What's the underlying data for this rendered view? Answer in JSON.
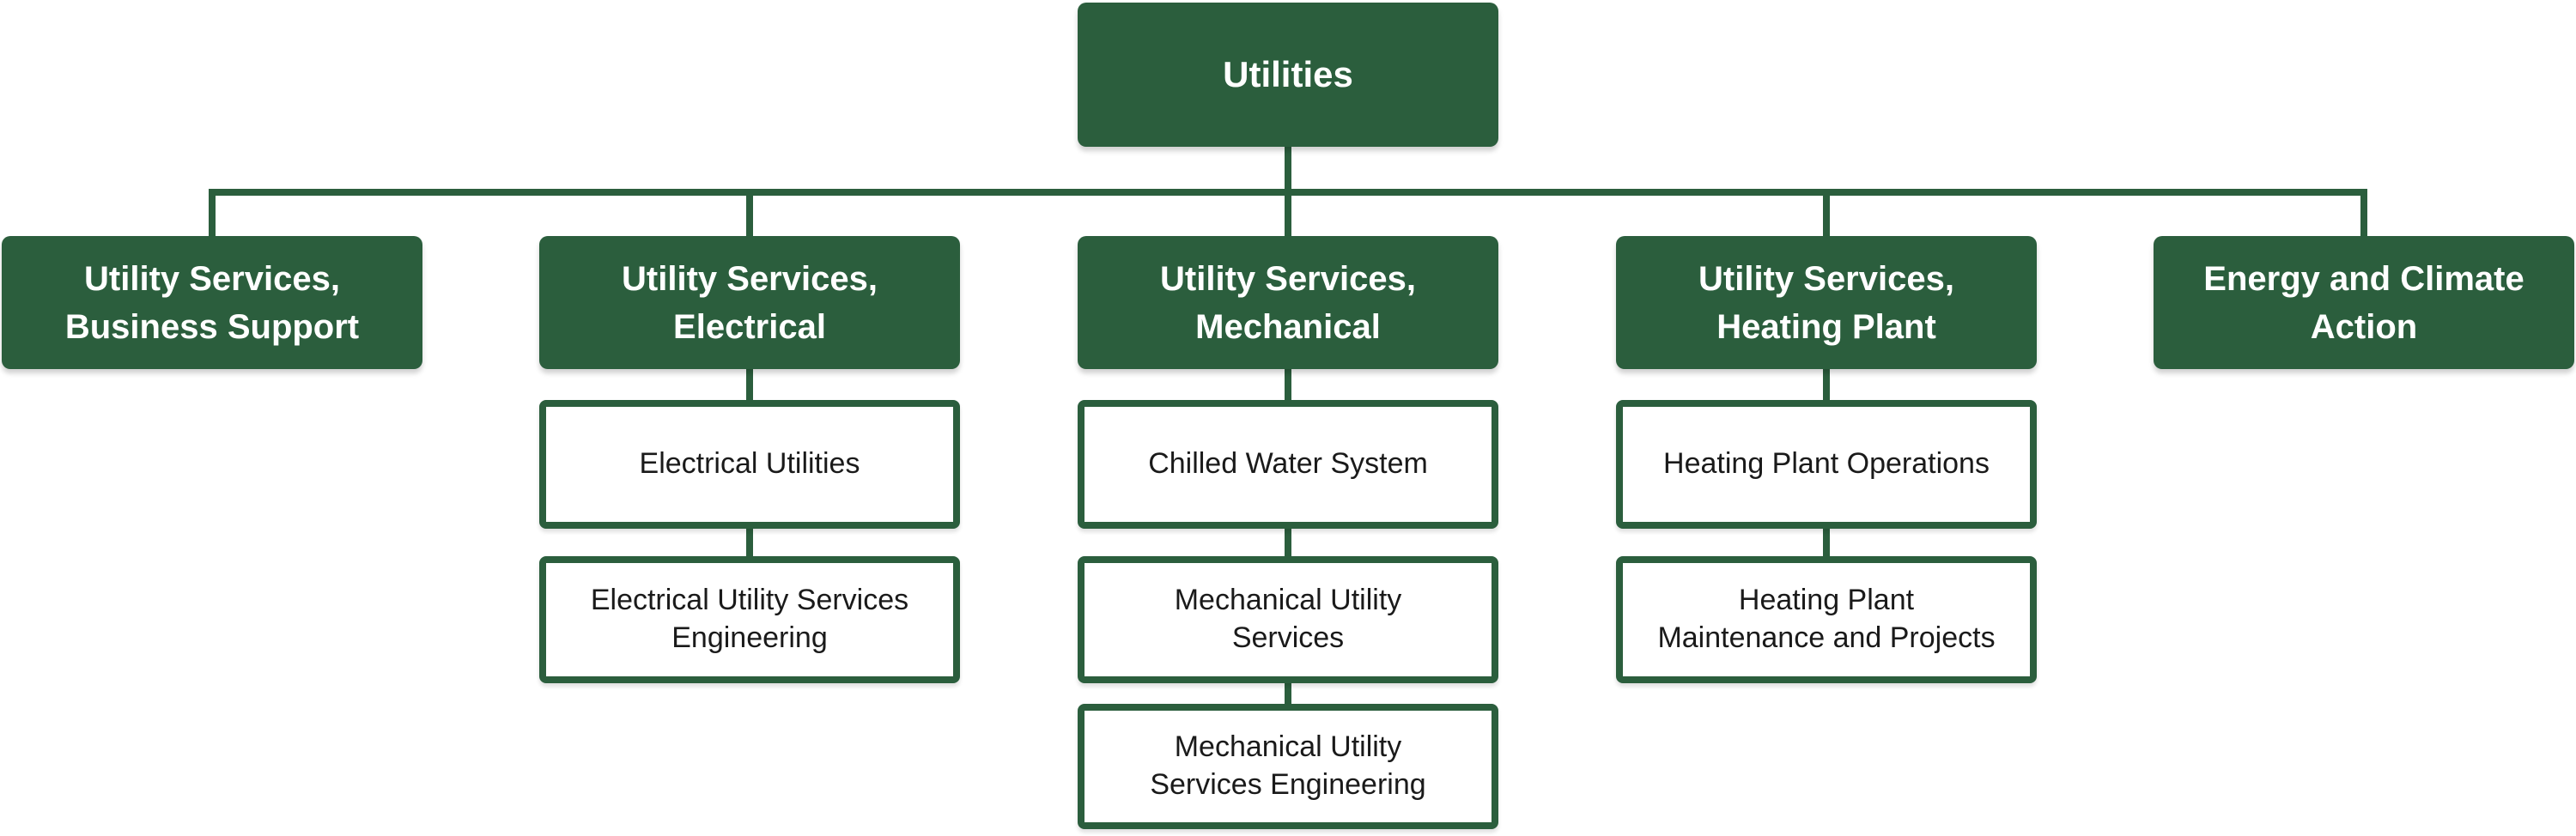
{
  "org": {
    "root": {
      "label": "Utilities"
    },
    "columns": [
      {
        "header": "Utility Services,\nBusiness Support",
        "children": []
      },
      {
        "header": "Utility Services,\nElectrical",
        "children": [
          "Electrical Utilities",
          "Electrical Utility Services\nEngineering"
        ]
      },
      {
        "header": "Utility Services,\nMechanical",
        "children": [
          "Chilled Water System",
          "Mechanical Utility\nServices",
          "Mechanical Utility\nServices Engineering"
        ]
      },
      {
        "header": "Utility Services,\nHeating Plant",
        "children": [
          "Heating Plant Operations",
          "Heating Plant\nMaintenance and Projects"
        ]
      },
      {
        "header": "Energy and Climate\nAction",
        "children": []
      }
    ]
  },
  "colors": {
    "accent_green": "#2B5E3D",
    "header_text": "#FFFFFF",
    "child_text": "#1A1A1A",
    "background": "#FFFFFF"
  }
}
